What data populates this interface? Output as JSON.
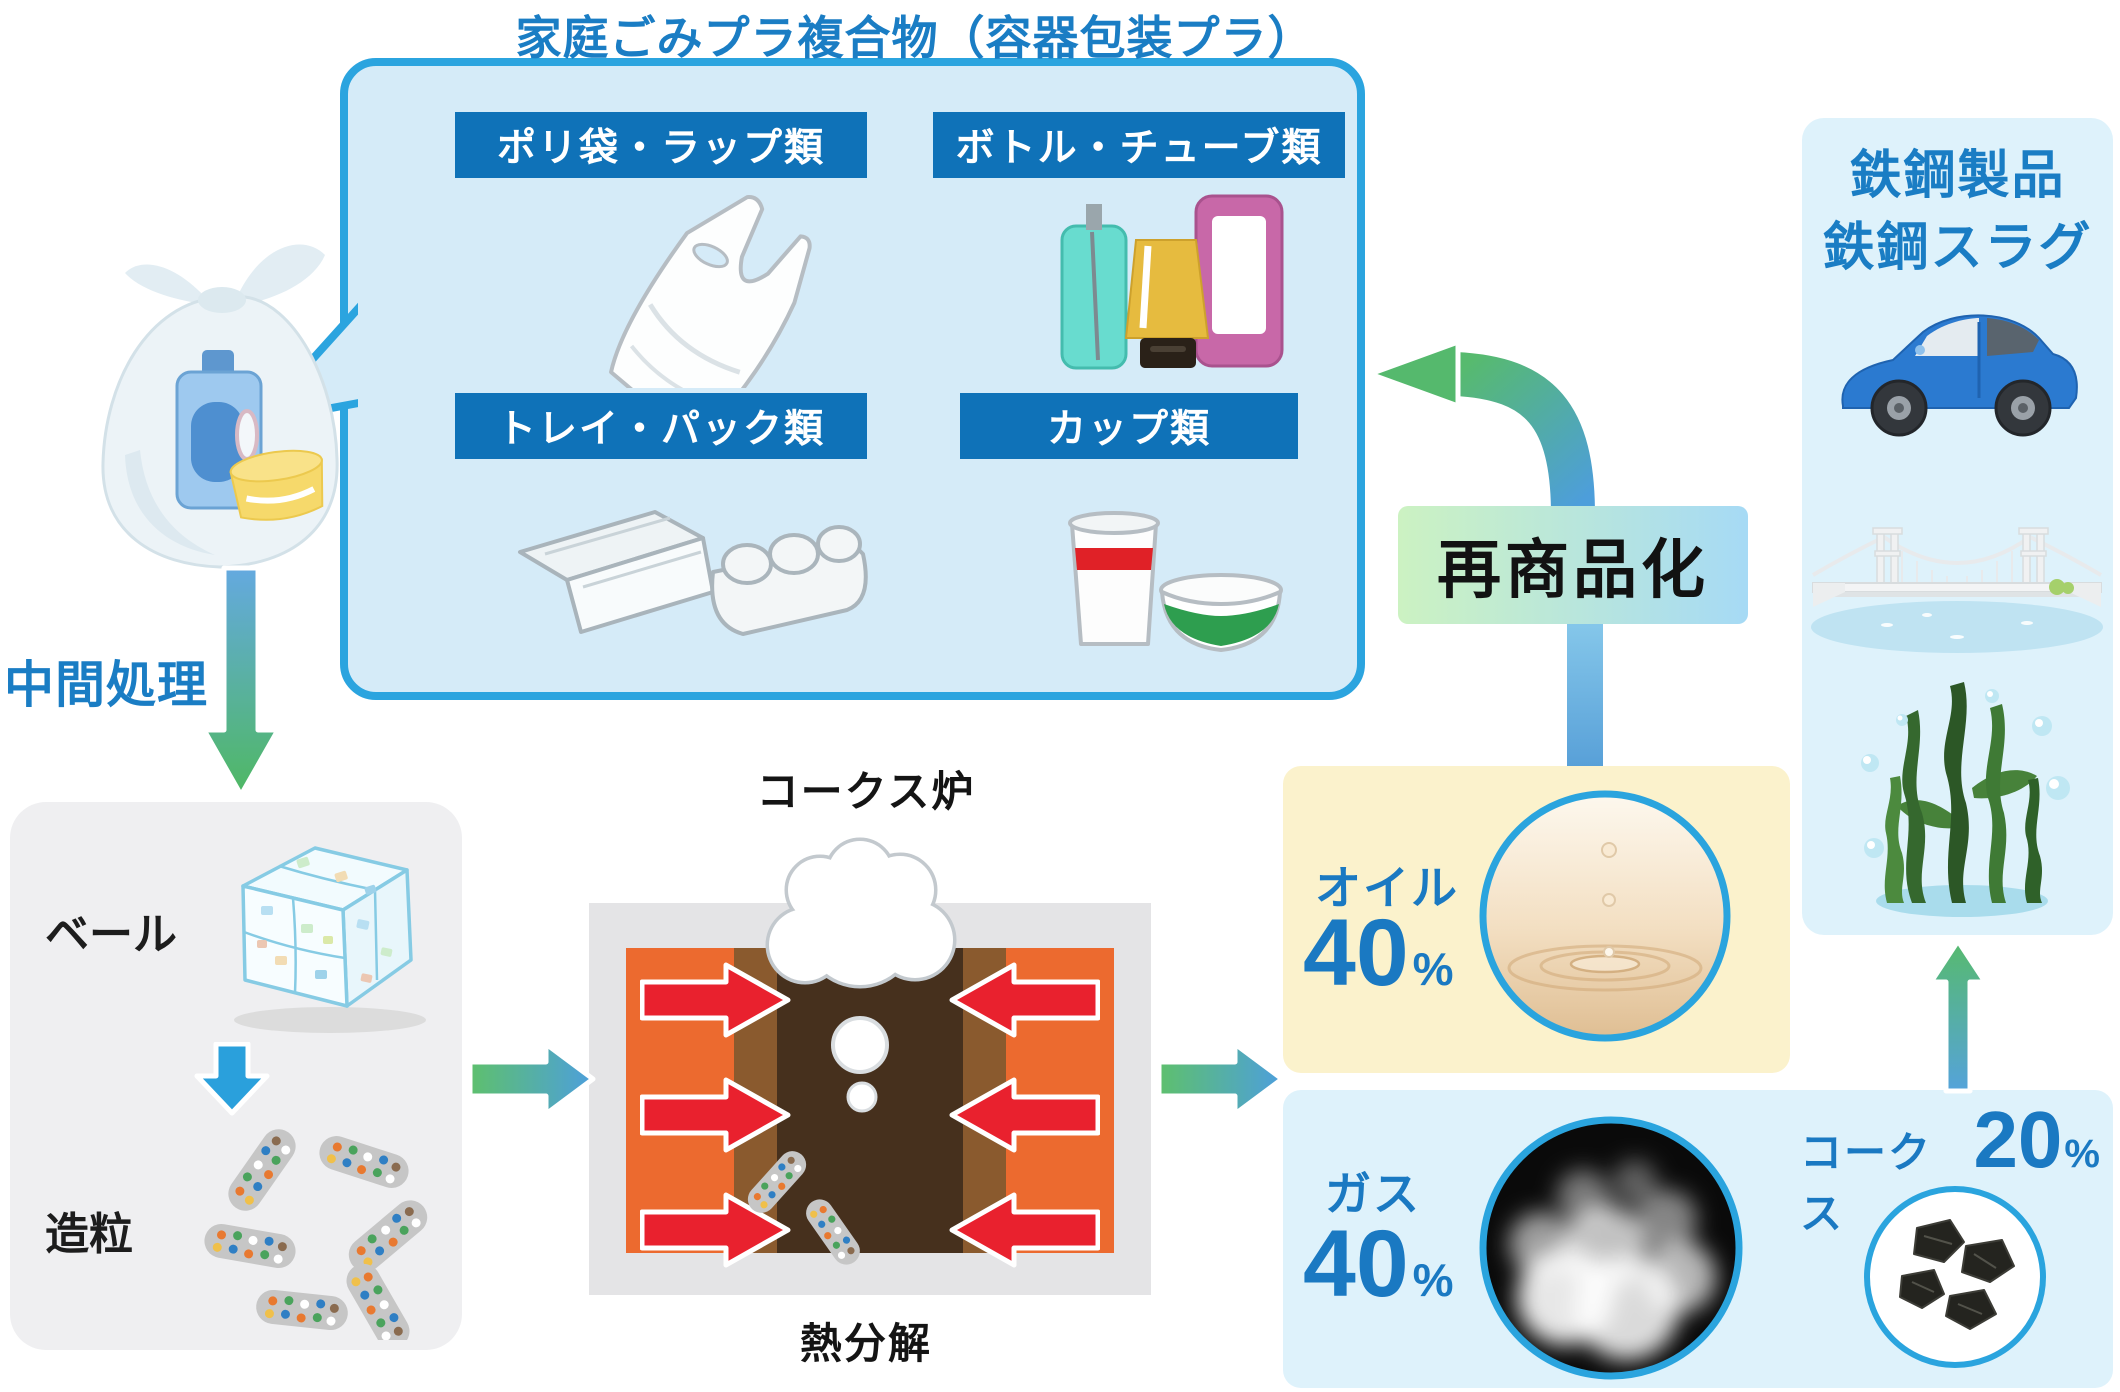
{
  "title": "家庭ごみプラ複合物（容器包装プラ）",
  "bubble": {
    "categories": [
      {
        "label": "ポリ袋・ラップ類"
      },
      {
        "label": "ボトル・チューブ類"
      },
      {
        "label": "トレイ・パック類"
      },
      {
        "label": "カップ類"
      }
    ]
  },
  "process": {
    "intermediate_label": "中間処理",
    "bale_label": "ベール",
    "granulation_label": "造粒",
    "oven_label": "コークス炉",
    "pyrolysis_label": "熱分解",
    "recommercialization_label": "再商品化"
  },
  "outputs": {
    "oil": {
      "label": "オイル",
      "value": "40",
      "unit": "%"
    },
    "gas": {
      "label": "ガス",
      "value": "40",
      "unit": "%"
    },
    "coke": {
      "label": "コークス",
      "value": "20",
      "unit": "%"
    }
  },
  "products": {
    "line1": "鉄鋼製品",
    "line2": "鉄鋼スラグ"
  },
  "colors": {
    "accent_blue": "#1a7dc4",
    "label_box_blue": "#0f72b8",
    "bubble_border": "#2ba4df",
    "bubble_bg": "#d5ebf8",
    "red_arrow": "#e9212e",
    "orange_band": "#ec6a2f",
    "brown_band": "#8a5a2e",
    "dark_band": "#46301d",
    "oil_card_bg": "#fbf2cc",
    "gas_card_bg": "#def2fb",
    "green_arrow": "#55b96d",
    "blue_arrow": "#4d9fdc"
  }
}
